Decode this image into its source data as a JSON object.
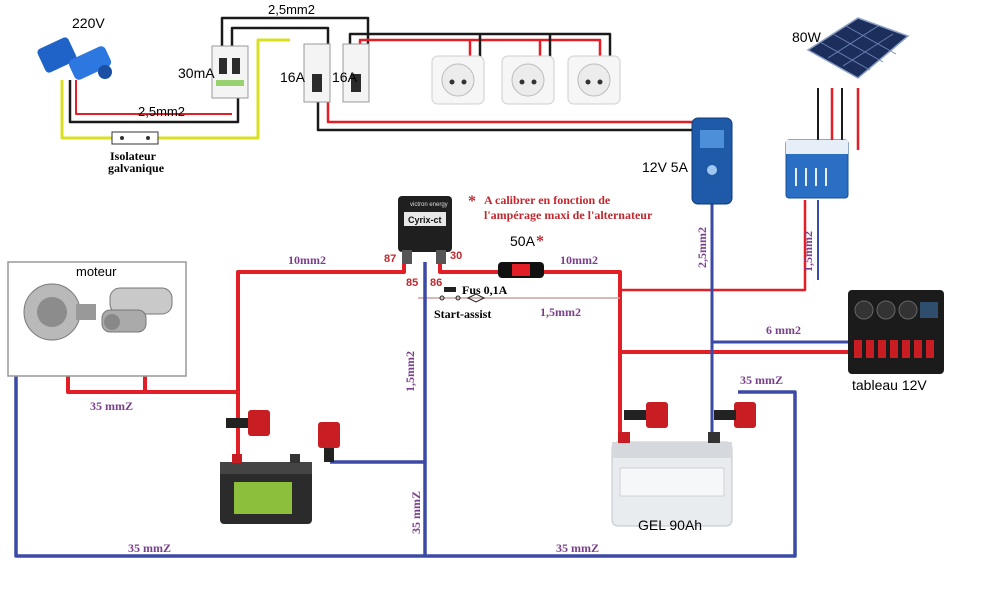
{
  "colors": {
    "positive": "#e21f26",
    "negative": "#3b4aa6",
    "ac_wire": "#1a1a1a",
    "earth": "#d9e021",
    "wire_label": "#7a3f8c",
    "note": "#c2272d"
  },
  "labels": {
    "mains_voltage": "220V",
    "rcd": "30mA",
    "breaker_1": "16A",
    "breaker_2": "16A",
    "top_cable": "2,5mm2",
    "mains_cable": "2,5mm2",
    "isolator": "Isolateur",
    "isolator_line2": "galvanique",
    "solar_panel": "80W",
    "charger": "12V 5A",
    "engine": "moteur",
    "coupler": "Cyrix-ct",
    "coupler_brand": "victron energy",
    "fuse": "50A",
    "fuse_star": "*",
    "note_star": "*",
    "note_line1": "A calibrer en fonction de",
    "note_line2": "l'ampérage maxi de l'alternateur",
    "terminal_87": "87",
    "terminal_30": "30",
    "terminal_85": "85",
    "terminal_86": "86",
    "small_fuse": "Fus 0,1A",
    "start_assist": "Start-assist",
    "panel": "tableau 12V",
    "battery_gel": "GEL 90Ah"
  },
  "wire_labels": {
    "w_10mm2_left": "10mm2",
    "w_10mm2_right": "10mm2",
    "w_1_5mm2_horiz": "1,5mm2",
    "w_1_5mm2_vert": "1,5mm2",
    "w_2_5mm2_charger": "2,5mm2",
    "w_1_5mm2_solar": "1,5mm2",
    "w_6mm2": "6 mm2",
    "w_35mmz_engine": "35 mmZ",
    "w_35mmz_mid": "35 mmZ",
    "w_35mmz_bottom_left": "35 mmZ",
    "w_35mmz_bottom_right": "35 mmZ",
    "w_35mmz_gel": "35 mmZ"
  }
}
